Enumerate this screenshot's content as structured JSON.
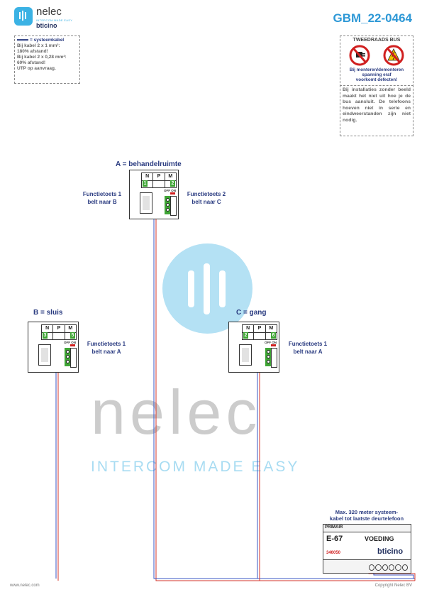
{
  "header": {
    "logo_name": "nelec",
    "logo_tagline": "INTERCOM MADE EASY",
    "brand_sub": "bticino",
    "doc_code": "GBM_22-0464"
  },
  "cable_note": {
    "heading": "= systeemkabel",
    "lines": [
      "Bij kabel 2 x 1 mm²:",
      "180% afstand!",
      "Bij kabel 2 x 0,28 mm²:",
      "60% afstand!",
      "UTP op aanvraag."
    ]
  },
  "bus_panel": {
    "title": "TWEEDRAADS BUS",
    "warning": [
      "Bij monteren/demonteren",
      "spanning eraf",
      "voorkomt defecten!"
    ],
    "icons": [
      "no-plug-icon",
      "no-voltage-icon"
    ]
  },
  "install_note": {
    "text": "Bij installaties zonder beeld maakt het niet uit hoe je de bus aansluit. De telefoons hoeven niet in serie en eindweerstanden zijn niet nodig."
  },
  "stations": [
    {
      "id": "A",
      "title": "A = behandelruimte",
      "keys": [
        "N",
        "P",
        "M"
      ],
      "nums": [
        "1",
        "",
        "2"
      ],
      "fn_left": [
        "Functietoets 1",
        "belt naar B"
      ],
      "fn_right": [
        "Functietoets 2",
        "belt naar C"
      ]
    },
    {
      "id": "B",
      "title": "B = sluis",
      "keys": [
        "N",
        "P",
        "M"
      ],
      "nums": [
        "3",
        "",
        "5"
      ],
      "fn_right": [
        "Functietoets 1",
        "belt naar A"
      ]
    },
    {
      "id": "C",
      "title": "C = gang",
      "keys": [
        "N",
        "P",
        "M"
      ],
      "nums": [
        "2",
        "",
        "6"
      ],
      "fn_right": [
        "Functietoets 1",
        "belt naar A"
      ]
    }
  ],
  "station_labels": {
    "off_on": "OFF ON"
  },
  "watermark": {
    "word": "nelec",
    "tagline": "INTERCOM MADE EASY"
  },
  "power_supply": {
    "caption": [
      "Max. 320 meter systeem-",
      "kabel tot laatste deurtelefoon"
    ],
    "primair": "PRIMAIR",
    "model": "E-67",
    "name": "VOEDING",
    "code": "346050",
    "brand": "bticino"
  },
  "footer": {
    "left": "www.nelec.com",
    "right": "Copyright Nelec BV"
  },
  "colors": {
    "accent": "#2d98d6",
    "label": "#2a3b80",
    "wire_red": "#d4362b",
    "wire_blue": "#3a55c6",
    "key_green": "#3fa535"
  }
}
